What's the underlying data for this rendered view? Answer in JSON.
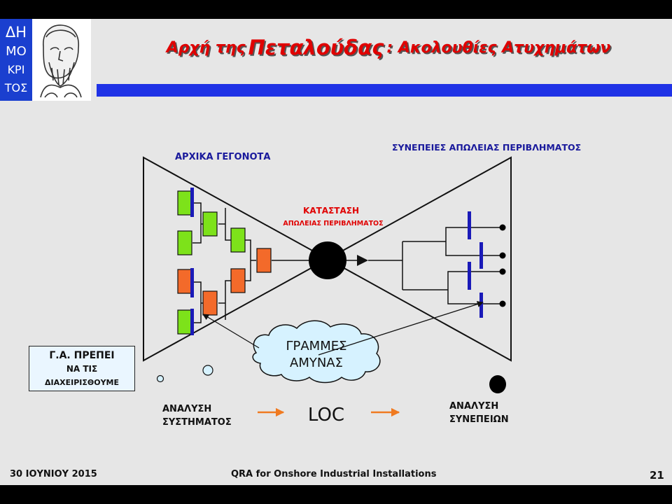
{
  "slide": {
    "title_part1": "Αρχή της",
    "title_part2": "Πεταλούδας",
    "title_part3": ": Ακολουθίες Ατυχημάτων",
    "logo_text": [
      "ΔΗ",
      "ΜΟ",
      "ΚΡΙ",
      "ΤΟΣ"
    ],
    "label_initial_events": "ΑΡΧΙΚΑ ΓΕΓΟΝΟΤΑ",
    "label_consequences": "ΣΥΝΕΠΕΙΕΣ ΑΠΩΛΕΙΑΣ ΠΕΡΙΒΛΗΜΑΤΟΣ",
    "center_state_line1": "ΚΑΤΑΣΤΑΣΗ",
    "center_state_line2": "ΑΠΩΛΕΙΑΣ ΠΕΡΙΒΛΗΜΑΤΟΣ",
    "cloud_line1": "ΓΡΑΜΜΕΣ",
    "cloud_line2": "ΑΜΥΝΑΣ",
    "note_line1": "Γ.Α. ΠΡΕΠΕΙ",
    "note_line2": "ΝΑ ΤΙΣ",
    "note_line3": "ΔΙΑΧΕΙΡΙΣΘΟΥΜΕ",
    "bottom_left_line1": "ΑΝΑΛΥΣΗ",
    "bottom_left_line2": "ΣΥΣΤΗΜΑΤΟΣ",
    "bottom_center": "LOC",
    "bottom_right_line1": "ΑΝΑΛΥΣΗ",
    "bottom_right_line2": "ΣΥΝΕΠΕΙΩΝ"
  },
  "footer": {
    "date": "30 ΙΟΥΝΙΟΥ 2015",
    "center": "QRA for Onshore Industrial Installations",
    "page": "21"
  },
  "colors": {
    "title_red": "#e00000",
    "blue_bar": "#1f32e6",
    "label_blue": "#1a1a9c",
    "label_red": "#e00000",
    "green_box": "#7de21a",
    "orange_box": "#f36a2a",
    "barrier_blue": "#1a1ab8",
    "arrow_orange": "#f07a20",
    "cloud_fill": "#d6f2ff"
  }
}
